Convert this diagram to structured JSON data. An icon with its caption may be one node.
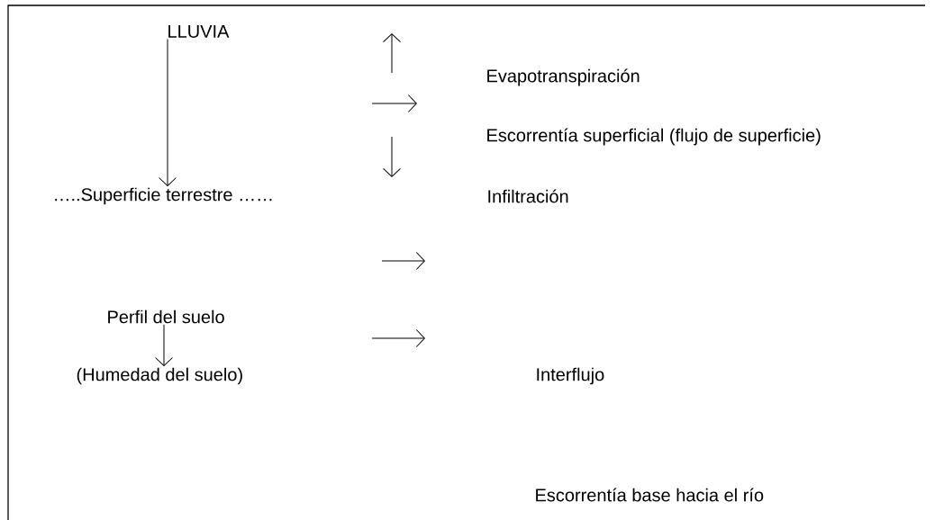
{
  "diagram": {
    "nodes": [
      {
        "text": [
          "LLUVIA"
        ]
      },
      {
        "text": [
          "Evapotranspiración"
        ]
      },
      {
        "text": [
          "Escorrentía superficial (flujo de superficie)"
        ]
      },
      {
        "text": [
          "…..Superficie terrestre ……"
        ]
      },
      {
        "text": [
          "Infiltración"
        ]
      },
      {
        "text": [
          "Perfil del suelo"
        ]
      },
      {
        "text": [
          "(Humedad del suelo)"
        ]
      },
      {
        "text": [
          "Interflujo"
        ]
      },
      {
        "text": [
          "Escorrentía base hacia el río"
        ]
      }
    ],
    "edges": [
      {
        "from": 0,
        "to": 3,
        "arrow": "to"
      },
      {
        "from": 5,
        "to": 6,
        "arrow": "to"
      }
    ]
  }
}
